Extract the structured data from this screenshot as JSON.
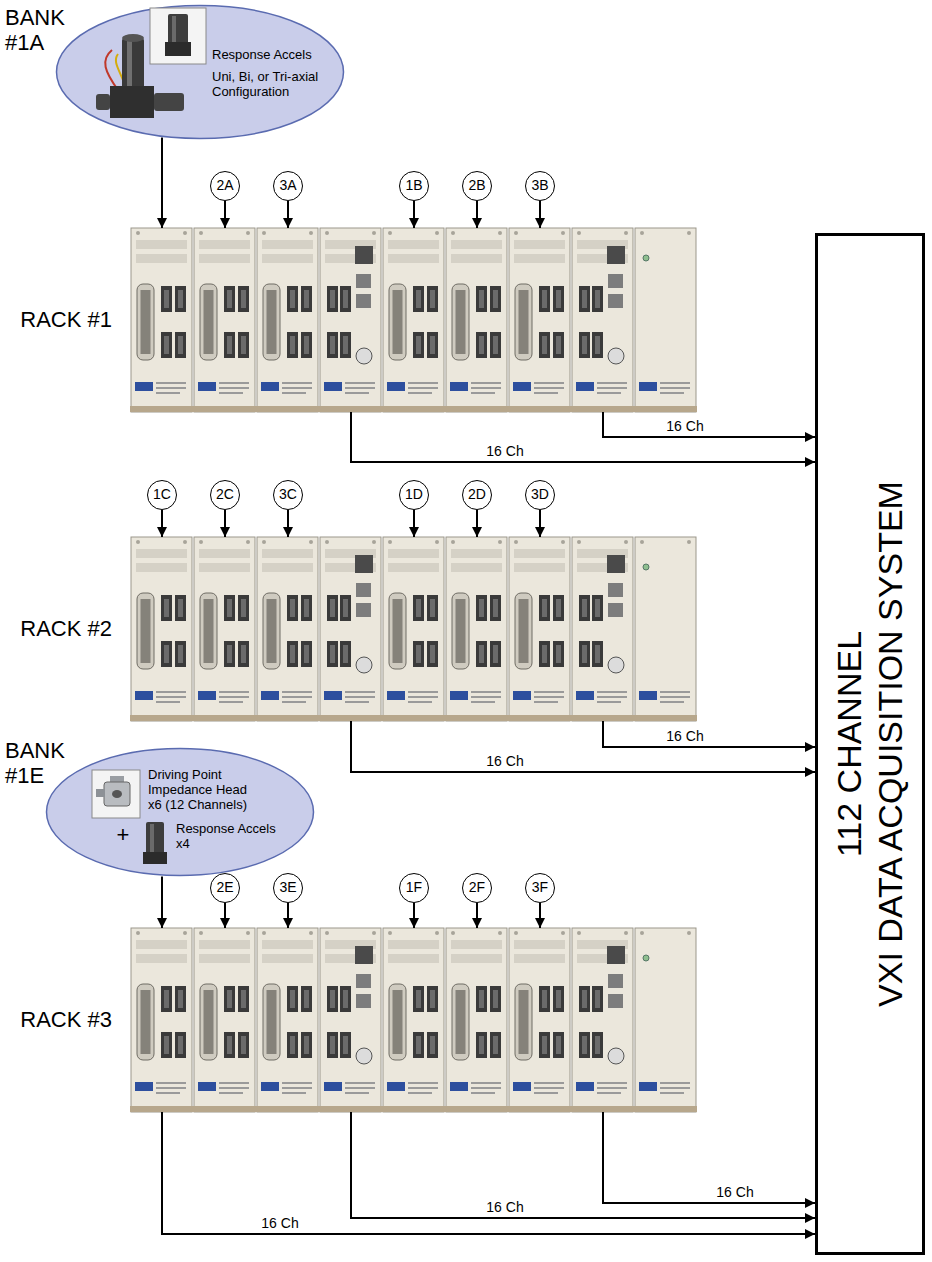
{
  "diagram": {
    "nodes": [
      {
        "text": [
          "BANK #1A",
          "Response Accels",
          "Uni, Bi, or Tri-axial Configuration"
        ]
      },
      {
        "text": [
          "2A"
        ]
      },
      {
        "text": [
          "3A"
        ]
      },
      {
        "text": [
          "1B"
        ]
      },
      {
        "text": [
          "2B"
        ]
      },
      {
        "text": [
          "3B"
        ]
      },
      {
        "text": [
          "RACK #1"
        ]
      },
      {
        "text": [
          "1C"
        ]
      },
      {
        "text": [
          "2C"
        ]
      },
      {
        "text": [
          "3C"
        ]
      },
      {
        "text": [
          "1D"
        ]
      },
      {
        "text": [
          "2D"
        ]
      },
      {
        "text": [
          "3D"
        ]
      },
      {
        "text": [
          "RACK #2"
        ]
      },
      {
        "text": [
          "BANK #1E",
          "Driving Point Impedance Head x6 (12 Channels)",
          "+",
          "Response Accels x4"
        ]
      },
      {
        "text": [
          "2E"
        ]
      },
      {
        "text": [
          "3E"
        ]
      },
      {
        "text": [
          "1F"
        ]
      },
      {
        "text": [
          "2F"
        ]
      },
      {
        "text": [
          "3F"
        ]
      },
      {
        "text": [
          "RACK #3"
        ]
      },
      {
        "text": [
          "112 CHANNEL",
          "VXI DATA ACQUISITION SYSTEM"
        ]
      }
    ],
    "edges": [
      {
        "from": 0,
        "to": 6,
        "arrow": "to"
      },
      {
        "from": 1,
        "to": 6,
        "arrow": "to"
      },
      {
        "from": 2,
        "to": 6,
        "arrow": "to"
      },
      {
        "from": 3,
        "to": 6,
        "arrow": "to"
      },
      {
        "from": 4,
        "to": 6,
        "arrow": "to"
      },
      {
        "from": 5,
        "to": 6,
        "arrow": "to"
      },
      {
        "from": 6,
        "to": 21,
        "label": "16 Ch",
        "arrow": "to"
      },
      {
        "from": 6,
        "to": 21,
        "label": "16 Ch",
        "arrow": "to"
      },
      {
        "from": 7,
        "to": 13,
        "arrow": "to"
      },
      {
        "from": 8,
        "to": 13,
        "arrow": "to"
      },
      {
        "from": 9,
        "to": 13,
        "arrow": "to"
      },
      {
        "from": 10,
        "to": 13,
        "arrow": "to"
      },
      {
        "from": 11,
        "to": 13,
        "arrow": "to"
      },
      {
        "from": 12,
        "to": 13,
        "arrow": "to"
      },
      {
        "from": 13,
        "to": 21,
        "label": "16 Ch",
        "arrow": "to"
      },
      {
        "from": 13,
        "to": 21,
        "label": "16 Ch",
        "arrow": "to"
      },
      {
        "from": 14,
        "to": 20,
        "arrow": "to"
      },
      {
        "from": 15,
        "to": 20,
        "arrow": "to"
      },
      {
        "from": 16,
        "to": 20,
        "arrow": "to"
      },
      {
        "from": 17,
        "to": 20,
        "arrow": "to"
      },
      {
        "from": 18,
        "to": 20,
        "arrow": "to"
      },
      {
        "from": 19,
        "to": 20,
        "arrow": "to"
      },
      {
        "from": 20,
        "to": 21,
        "label": "16 Ch",
        "arrow": "to"
      },
      {
        "from": 20,
        "to": 21,
        "label": "16 Ch",
        "arrow": "to"
      },
      {
        "from": 20,
        "to": 21,
        "label": "16 Ch",
        "arrow": "to"
      }
    ]
  }
}
